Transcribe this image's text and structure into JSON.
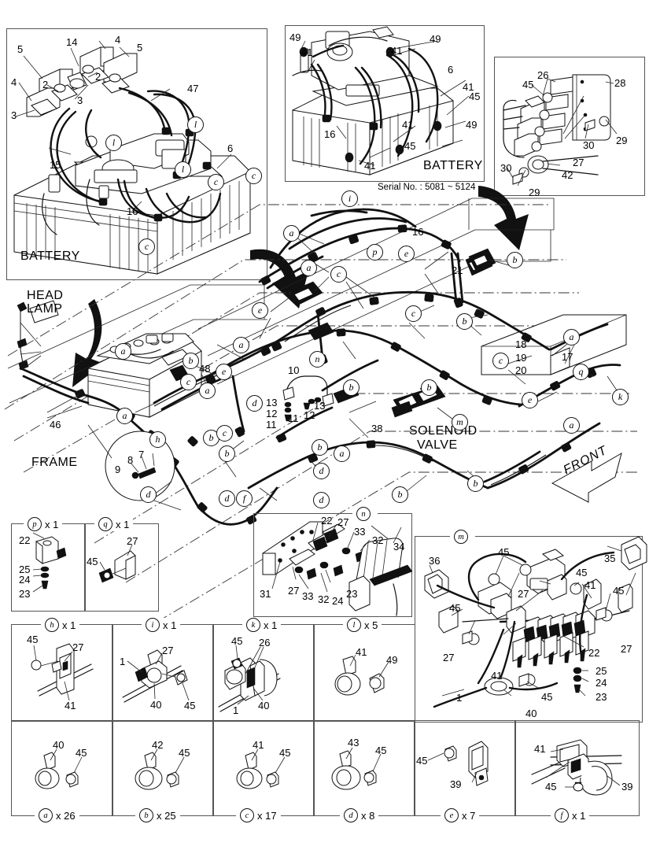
{
  "document": {
    "type": "parts-catalog-exploded-diagram",
    "subject": "Electrical wiring harness assembly"
  },
  "panels": {
    "battery_left": {
      "label": "BATTERY",
      "numbers": [
        "5",
        "14",
        "4",
        "5",
        "4",
        "2",
        "2",
        "3",
        "3",
        "47",
        "15",
        "16",
        "6"
      ],
      "callouts": [
        "l",
        "l",
        "l",
        "c",
        "c"
      ]
    },
    "battery_right": {
      "label": "BATTERY",
      "serial": "Serial No. : 5081 ~ 5124",
      "numbers": [
        "49",
        "49",
        "41",
        "41",
        "41",
        "41",
        "41",
        "6",
        "45",
        "45",
        "49",
        "16"
      ]
    },
    "relay_box": {
      "numbers": [
        "26",
        "45",
        "28",
        "27",
        "29",
        "30",
        "30",
        "29",
        "42"
      ]
    }
  },
  "main": {
    "labels": {
      "head_lamp": "HEAD LAMP",
      "frame": "FRAME",
      "solenoid_valve": "SOLENOID VALVE",
      "front": "FRONT",
      "battery": "BATTERY"
    },
    "numbers": [
      "16",
      "21",
      "18",
      "19",
      "20",
      "17",
      "10",
      "13",
      "12",
      "11",
      "11",
      "12",
      "13",
      "38",
      "46",
      "48",
      "9",
      "8",
      "7"
    ],
    "callouts": [
      "i",
      "p",
      "a",
      "a",
      "e",
      "e",
      "c",
      "c",
      "b",
      "b",
      "a",
      "a",
      "b",
      "b",
      "c",
      "e",
      "q",
      "k",
      "a",
      "n",
      "d",
      "d",
      "b",
      "b",
      "h",
      "c",
      "f",
      "m",
      "b",
      "b",
      "a",
      "d"
    ]
  },
  "detail_panels": [
    {
      "id": "p",
      "qty": "x 1",
      "numbers": [
        "22",
        "25",
        "24",
        "23"
      ]
    },
    {
      "id": "q",
      "qty": "x 1",
      "numbers": [
        "27",
        "45"
      ]
    },
    {
      "id": "n",
      "qty": "",
      "numbers": [
        "31",
        "22",
        "27",
        "27",
        "33",
        "33",
        "32",
        "32",
        "23",
        "24",
        "34"
      ]
    },
    {
      "id": "m",
      "qty": "",
      "numbers": [
        "45",
        "45",
        "45",
        "45",
        "45",
        "45",
        "36",
        "27",
        "27",
        "27",
        "41",
        "41",
        "35",
        "22",
        "25",
        "24",
        "23",
        "1",
        "40"
      ]
    },
    {
      "id": "h",
      "qty": "x 1",
      "numbers": [
        "45",
        "27",
        "41"
      ]
    },
    {
      "id": "i",
      "qty": "x 1",
      "numbers": [
        "1",
        "27",
        "40",
        "45"
      ]
    },
    {
      "id": "k",
      "qty": "x 1",
      "numbers": [
        "45",
        "26",
        "40",
        "1"
      ]
    },
    {
      "id": "l",
      "qty": "x 5",
      "numbers": [
        "41",
        "49"
      ]
    },
    {
      "id": "a",
      "qty": "x 26",
      "numbers": [
        "40",
        "45"
      ]
    },
    {
      "id": "b",
      "qty": "x 25",
      "numbers": [
        "42",
        "45"
      ]
    },
    {
      "id": "c",
      "qty": "x 17",
      "numbers": [
        "41",
        "45"
      ]
    },
    {
      "id": "d",
      "qty": "x 8",
      "numbers": [
        "43",
        "45"
      ]
    },
    {
      "id": "e",
      "qty": "x 7",
      "numbers": [
        "45",
        "39"
      ]
    },
    {
      "id": "f",
      "qty": "x 1",
      "numbers": [
        "41",
        "45",
        "39"
      ]
    }
  ],
  "bottom_grid": {
    "row1": [
      {
        "id": "h",
        "qty": "x 1"
      },
      {
        "id": "i",
        "qty": "x 1"
      },
      {
        "id": "k",
        "qty": "x 1"
      },
      {
        "id": "l",
        "qty": "x 5"
      }
    ],
    "row2": [
      {
        "id": "a",
        "qty": "x 26"
      },
      {
        "id": "b",
        "qty": "x 25"
      },
      {
        "id": "c",
        "qty": "x 17"
      },
      {
        "id": "d",
        "qty": "x 8"
      },
      {
        "id": "e",
        "qty": "x 7"
      },
      {
        "id": "f",
        "qty": "x 1"
      }
    ]
  },
  "colors": {
    "ink": "#111111",
    "frame": "#555555",
    "paper": "#ffffff"
  }
}
